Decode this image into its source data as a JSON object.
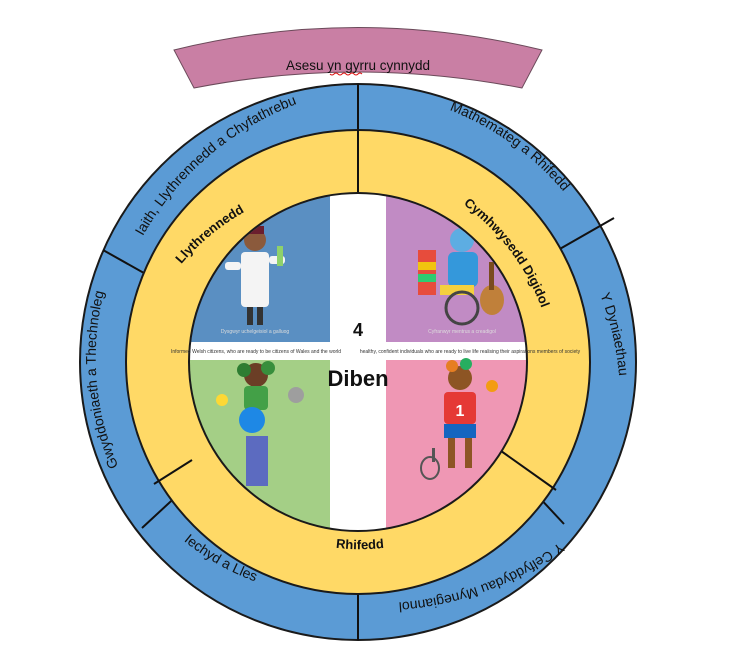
{
  "banner": {
    "label": "Asesu yn gyrru cynnydd",
    "fill": "#c97fa4"
  },
  "outer_ring": {
    "fill": "#5b9bd5",
    "segments": [
      {
        "label": "Iaith, Llythrennedd a Chyfathrebu"
      },
      {
        "label": "Mathemateg a Rhifedd"
      },
      {
        "label": "Y Dyniaethau"
      },
      {
        "label": "Y Celfyddydau Mynegiannol"
      },
      {
        "label": "Iechyd a Lles"
      },
      {
        "label": "Gwyddoniaeth a Thechnoleg"
      }
    ]
  },
  "middle_ring": {
    "fill": "#ffd966",
    "segments": [
      {
        "label": "Llythrennedd"
      },
      {
        "label": "Cymhwysedd Digidol"
      },
      {
        "label": "Rhifedd"
      }
    ]
  },
  "center": {
    "number": "4",
    "word": "Diben",
    "quadrants": [
      {
        "caption": "Dysgwyr uchelgeisiol a galluog",
        "fill": "#5a8fc2"
      },
      {
        "caption": "Cyfranwyr mentrus a creadigol",
        "fill": "#c18bc4"
      },
      {
        "caption": "",
        "fill": "#a4cf86"
      },
      {
        "caption": "",
        "fill": "#ef97b4"
      }
    ],
    "strip_left": "Informed Welsh citizens, who are ready to be citizens of Wales and the world",
    "strip_right": "healthy, confident individuals who are ready to live life realising their aspirations members of society"
  }
}
